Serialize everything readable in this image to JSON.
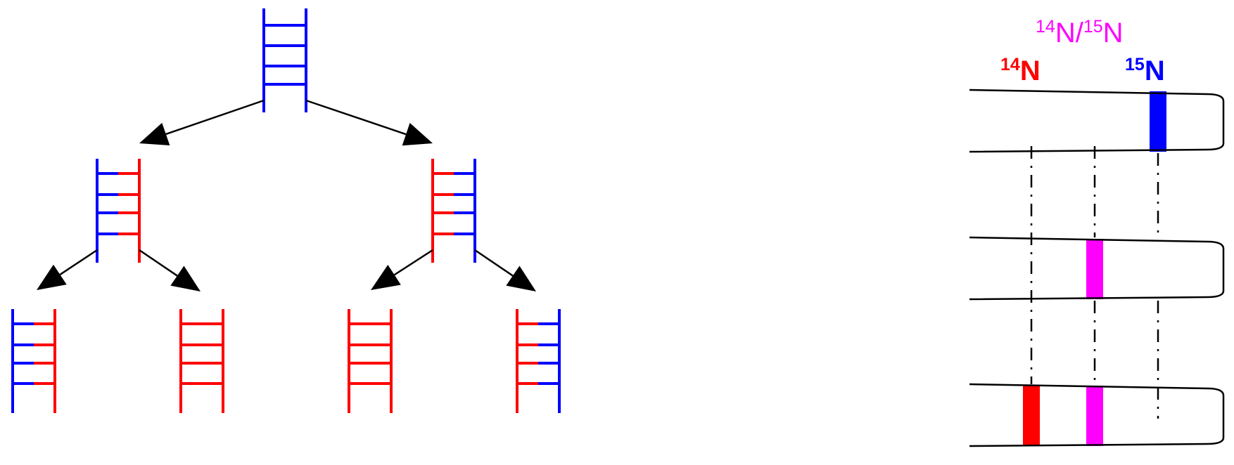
{
  "colors": {
    "n15": "#0000ff",
    "n14": "#ff0000",
    "hybrid": "#ff00ff",
    "ink": "#000000"
  },
  "labels": {
    "hybrid": {
      "sup1": "14",
      "base1": "N/",
      "sup2": "15",
      "base2": "N"
    },
    "n14": {
      "sup": "14",
      "base": "N"
    },
    "n15": {
      "sup": "15",
      "base": "N"
    }
  },
  "generations": [
    {
      "molecules": [
        {
          "left": "n15",
          "right": "n15"
        }
      ]
    },
    {
      "molecules": [
        {
          "left": "n15",
          "right": "n14"
        },
        {
          "left": "n14",
          "right": "n15"
        }
      ]
    },
    {
      "molecules": [
        {
          "left": "n15",
          "right": "n14"
        },
        {
          "left": "n14",
          "right": "n14"
        },
        {
          "left": "n14",
          "right": "n14"
        },
        {
          "left": "n14",
          "right": "n15"
        }
      ]
    }
  ],
  "tubes": [
    {
      "bands": [
        "n15"
      ]
    },
    {
      "bands": [
        "hybrid"
      ]
    },
    {
      "bands": [
        "n14",
        "hybrid"
      ]
    }
  ]
}
